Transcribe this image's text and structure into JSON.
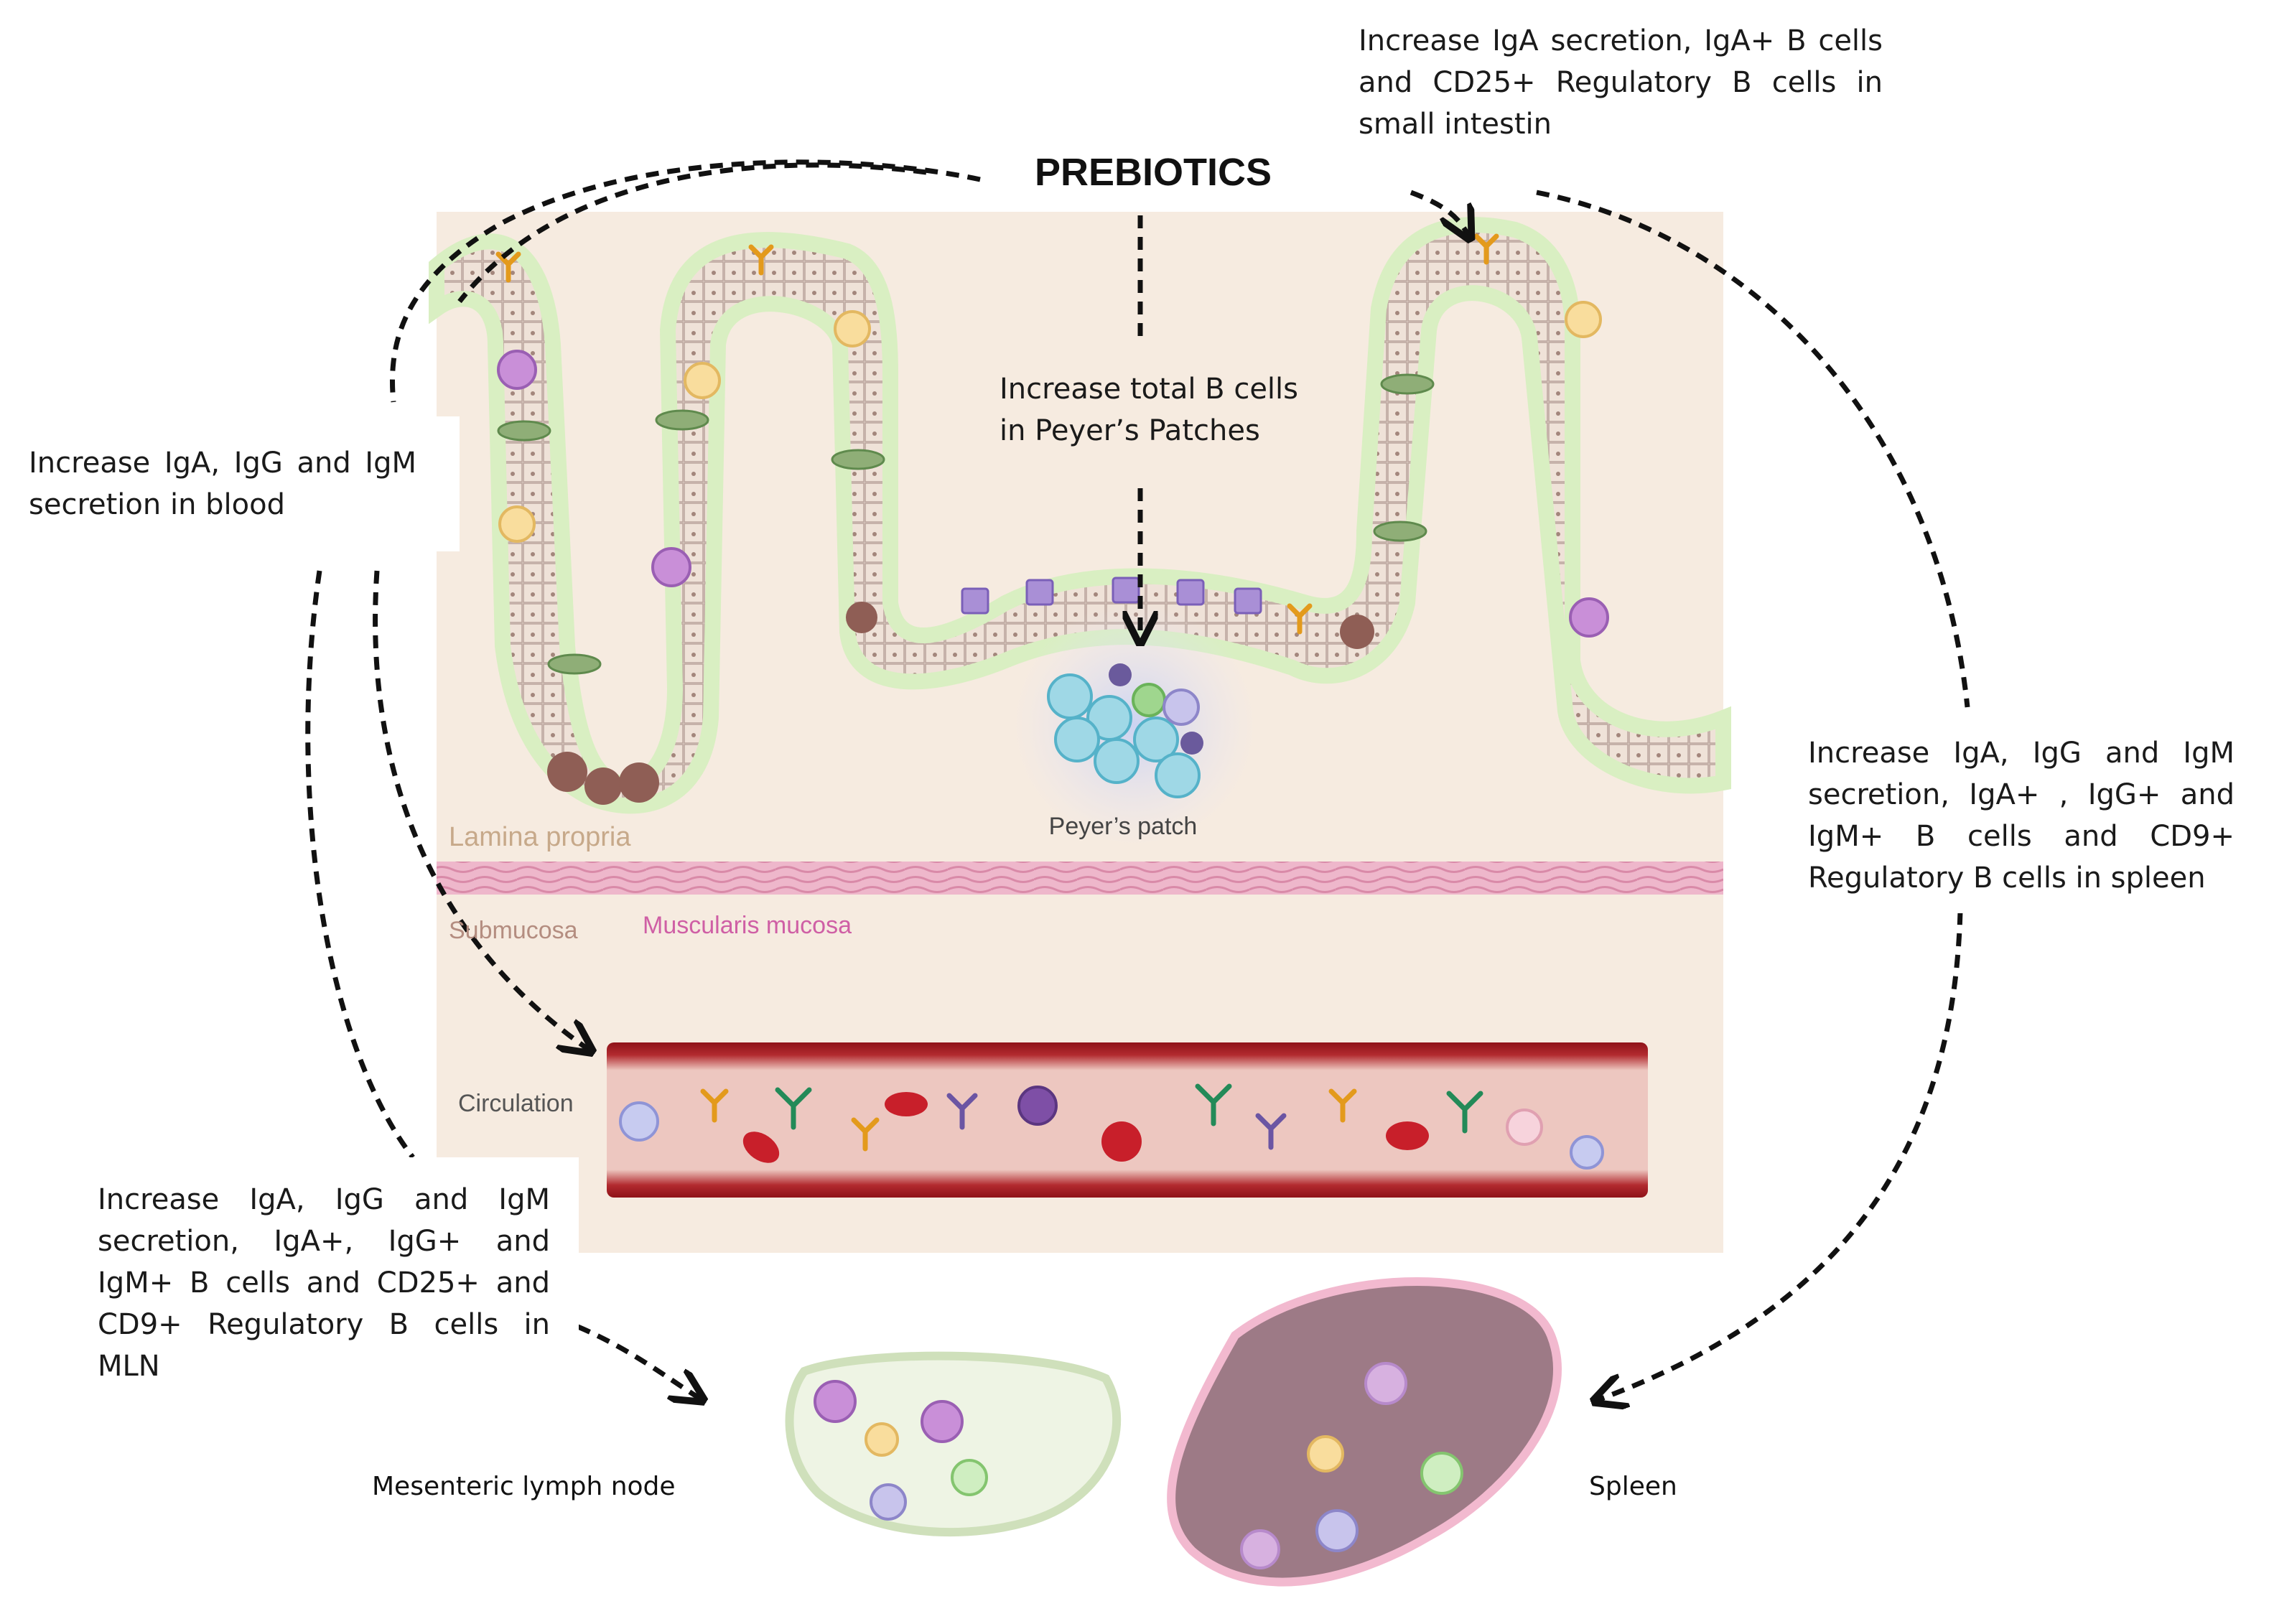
{
  "title": "PREBIOTICS",
  "notes": {
    "small_intestine": "Increase IgA secretion, IgA+ B cells and CD25+ Regulatory B cells in small intestin",
    "blood": "Increase IgA, IgG and IgM secretion in blood",
    "peyers": "Increase total B cells in Peyer’s Patches",
    "spleen": "Increase IgA, IgG and IgM secretion, IgA+ , IgG+ and IgM+ B cells and CD9+ Regulatory B cells in spleen",
    "mln": "Increase IgA, IgG and IgM secretion, IgA+, IgG+ and IgM+ B cells and CD25+ and CD9+ Regulatory B cells in MLN"
  },
  "labels": {
    "lamina_propria": "Lamina propria",
    "submucosa": "Submucosa",
    "muscularis": "Muscularis mucosa",
    "peyers_patch": "Peyer’s patch",
    "circulation": "Circulation",
    "mln": "Mesenteric lymph node",
    "spleen": "Spleen"
  },
  "colors": {
    "tissue": "#f6ebe0",
    "epithelium": "#d9efc2",
    "vessel": "#a51d22",
    "muscularis": "#e9a9c0",
    "antibody_orange": "#e39a1c",
    "antibody_green": "#238a58",
    "antibody_purple": "#6b55a3"
  }
}
